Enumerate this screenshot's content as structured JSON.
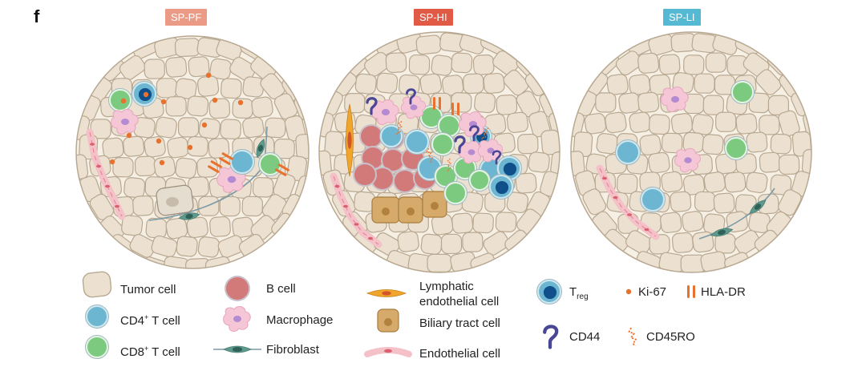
{
  "panel_letter": "f",
  "panels": [
    {
      "title": "SP-PF",
      "color": "#eb9a86"
    },
    {
      "title": "SP-HI",
      "color": "#e15a45"
    },
    {
      "title": "SP-LI",
      "color": "#56b9d3"
    }
  ],
  "colors": {
    "tumor_fill": "#ece1d1",
    "tumor_stroke": "#b8a891",
    "cd4": "#6db6d2",
    "cd8": "#7cc980",
    "b_cell": "#d27a7a",
    "treg": "#0f4f8a",
    "macrophage": "#f5c6d6",
    "fibroblast": "#5f9a8e",
    "ki67": "#e8712d",
    "hla_dr": "#e8712d",
    "cd44": "#4a4696",
    "lymphatic": "#f0a62a",
    "biliary": "#d6aa6a",
    "endothelial": "#f0a6b0"
  },
  "legend": {
    "tumor_cell": "Tumor cell",
    "cd4_label": "CD4",
    "cd4_sup": "+",
    "cd4_rest": " T cell",
    "cd8_label": "CD8",
    "cd8_sup": "+",
    "cd8_rest": " T cell",
    "b_cell": "B cell",
    "macrophage": "Macrophage",
    "fibroblast": "Fibroblast",
    "lymphatic_line1": "Lymphatic",
    "lymphatic_line2": "endothelial cell",
    "biliary": "Biliary tract cell",
    "endothelial": "Endothelial cell",
    "treg_main": "T",
    "treg_sub": "reg",
    "cd44": "CD44",
    "ki67": "Ki-67",
    "hla_dr": "HLA-DR",
    "cd45ro": "CD45RO"
  },
  "icons": [
    "tumor-cell-icon",
    "cd4-t-cell-icon",
    "cd8-t-cell-icon",
    "b-cell-icon",
    "macrophage-icon",
    "fibroblast-icon",
    "lymphatic-endothelial-cell-icon",
    "biliary-tract-cell-icon",
    "endothelial-cell-icon",
    "treg-icon",
    "cd44-icon",
    "ki67-icon",
    "hla-dr-icon",
    "cd45ro-icon"
  ]
}
